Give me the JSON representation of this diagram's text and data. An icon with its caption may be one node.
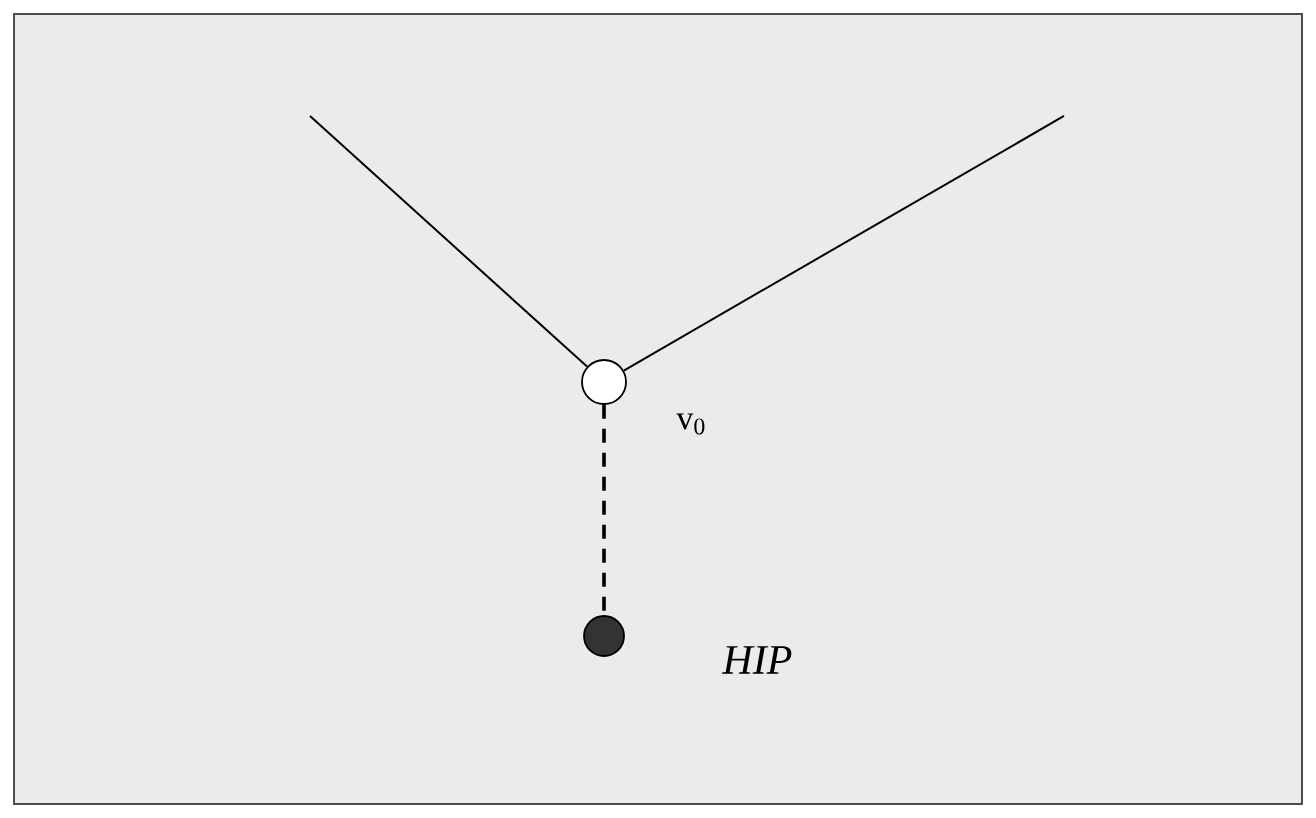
{
  "diagram": {
    "nodes": [
      {
        "text": [],
        "shape": "circle",
        "beside": [
          "v$_{0}$"
        ]
      },
      {
        "text": [],
        "shape": "circle",
        "beside": [
          "HIP"
        ]
      }
    ],
    "edges": [
      {
        "from": null,
        "to": 0,
        "arrow": "none"
      },
      {
        "from": 0,
        "to": null,
        "arrow": "none"
      },
      {
        "from": 0,
        "to": 1,
        "arrow": "none",
        "style": "dashed"
      }
    ]
  }
}
